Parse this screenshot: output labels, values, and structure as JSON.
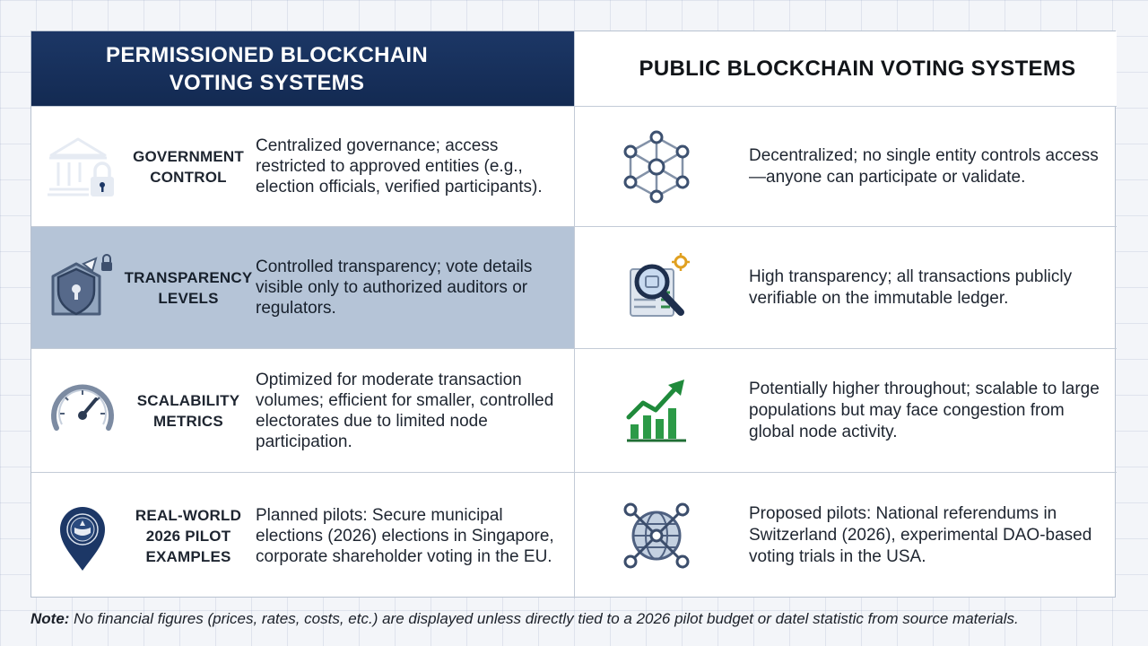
{
  "header": {
    "left_title": "PERMISSIONED BLOCKCHAIN VOTING SYSTEMS",
    "right_title": "PUBLIC BLOCKCHAIN VOTING SYSTEMS"
  },
  "rows": [
    {
      "label": "GOVERNMENT CONTROL",
      "left_icon": "government-building-lock-icon",
      "left_text": "Centralized governance; access restricted to approved entities (e.g., election officials, verified participants).",
      "right_icon": "network-nodes-icon",
      "right_text": "Decentralized; no single entity controls access—anyone can participate or validate."
    },
    {
      "label": "TRANSPARENCY LEVELS",
      "left_icon": "shield-lock-icon",
      "left_text": "Controlled transparency; vote details visible only to authorized auditors or regulators.",
      "right_icon": "magnifier-ledger-icon",
      "right_text": "High transparency; all transactions publicly verifiable on the immutable ledger."
    },
    {
      "label": "SCALABILITY METRICS",
      "left_icon": "speedometer-icon",
      "left_text": "Optimized for moderate transaction volumes; efficient for smaller, controlled electorates due to limited node participation.",
      "right_icon": "growth-chart-icon",
      "right_text": "Potentially higher throughout; scalable to large populations but may face congestion from global node activity."
    },
    {
      "label": "REAL-WORLD 2026 PILOT EXAMPLES",
      "left_icon": "location-seal-icon",
      "left_text": "Planned pilots: Secure municipal elections  (2026) elections in Singapore, corporate shareholder voting in the EU.",
      "right_icon": "globe-network-icon",
      "right_text": "Proposed pilots: National referendums in Switzerland (2026), experimental DAO-based voting trials in the USA."
    }
  ],
  "note": {
    "prefix": "Note:",
    "text": " No financial figures (prices, rates, costs, etc.) are displayed unless directly tied to a 2026 pilot budget or datel statistic from source materials."
  },
  "colors": {
    "navy": "#1c3766",
    "steel_blue": "#b5c4d7",
    "green": "#1f8a3b"
  }
}
